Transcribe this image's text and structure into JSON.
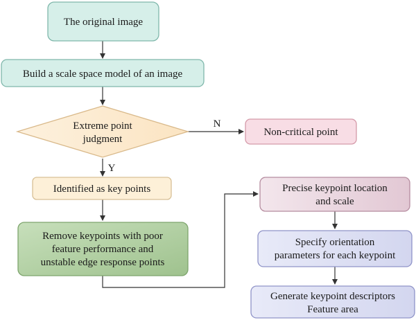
{
  "nodes": {
    "original_image": {
      "label": "The original image"
    },
    "scale_space": {
      "label": "Build a scale space model of an image"
    },
    "extreme_point": {
      "line1": "Extreme point",
      "line2": "judgment"
    },
    "non_critical": {
      "label": "Non-critical point"
    },
    "identified_key": {
      "label": "Identified as key points"
    },
    "remove_keypoints": {
      "line1": "Remove keypoints with poor",
      "line2": "feature performance and",
      "line3": "unstable edge response points"
    },
    "precise_location": {
      "line1": "Precise keypoint location",
      "line2": "and scale"
    },
    "orientation": {
      "line1": "Specify orientation",
      "line2": "parameters for each keypoint"
    },
    "descriptors": {
      "line1": "Generate keypoint descriptors",
      "line2": "Feature area"
    }
  },
  "edge_labels": {
    "no": "N",
    "yes": "Y"
  },
  "colors": {
    "teal_fill": "#d6efe9",
    "teal_stroke": "#7fb7ab",
    "diamond_fill": "#fdebd0",
    "diamond_stroke": "#d9b98a",
    "pink_fill": "#f8dde5",
    "pink_stroke": "#d49aa9",
    "cream_fill": "#fdf0d8",
    "cream_stroke": "#d8c096",
    "green_fill": "#b6d2a9",
    "green_stroke": "#7ea56d",
    "mauve_fill": "#ecd9e1",
    "mauve_stroke": "#b58c9f",
    "lav_fill": "#dfe1f4",
    "lav_stroke": "#8f93c8"
  }
}
